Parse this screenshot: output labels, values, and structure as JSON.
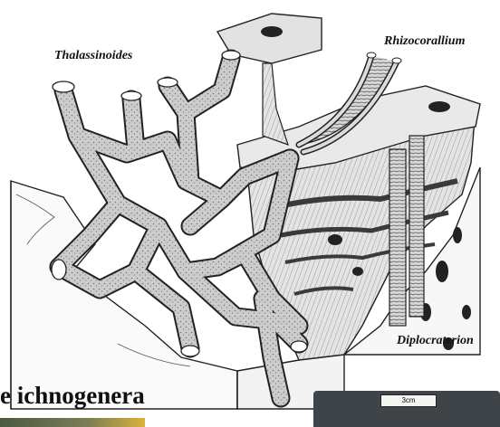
{
  "labels": {
    "thalassinoides": "Thalassinoides",
    "rhizocorallium": "Rhizocorallium",
    "diplocraterion": "Diplocraterion"
  },
  "heading": "e ichnogenera",
  "scale_bar": "3cm",
  "colors": {
    "burrow_fill": "#cfcfcf",
    "burrow_stroke": "#222222",
    "block_face": "#fafafa",
    "strata_dark": "#3a3a3a",
    "photo_rock": "#3f4448",
    "photo_yellow": "#d8b23a"
  }
}
